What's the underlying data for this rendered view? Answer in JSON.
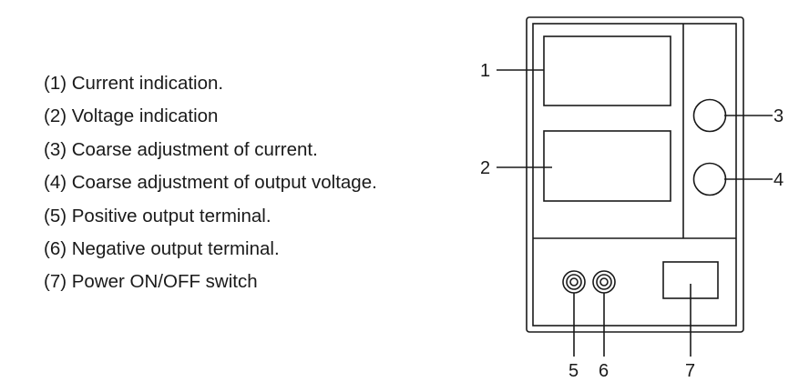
{
  "legend": {
    "items": [
      {
        "text": "(1) Current indication."
      },
      {
        "text": "(2) Voltage indication"
      },
      {
        "text": "(3) Coarse adjustment of current."
      },
      {
        "text": "(4) Coarse adjustment of output voltage."
      },
      {
        "text": "(5) Positive output terminal."
      },
      {
        "text": "(6) Negative output terminal."
      },
      {
        "text": "(7) Power ON/OFF switch"
      }
    ]
  },
  "diagram": {
    "callouts": {
      "c1": "1",
      "c2": "2",
      "c3": "3",
      "c4": "4",
      "c5": "5",
      "c6": "6",
      "c7": "7"
    },
    "stroke_color": "#1a1a1a",
    "fill_color": "#ffffff"
  }
}
